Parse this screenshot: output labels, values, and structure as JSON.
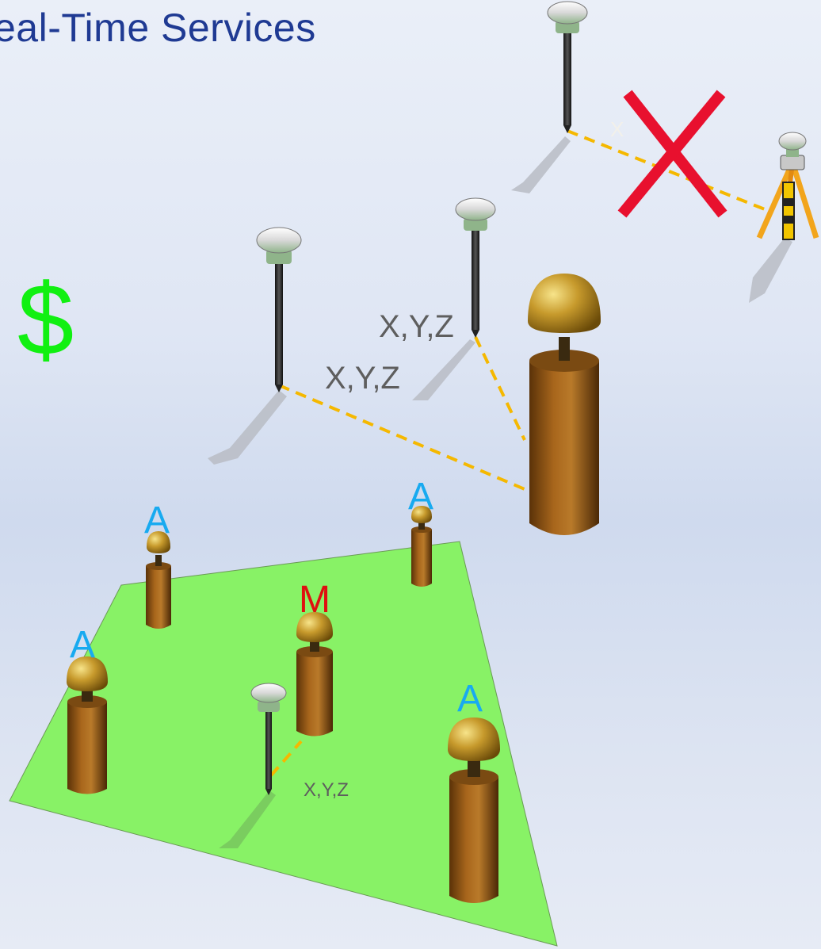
{
  "title": "eal-Time Services",
  "dollar_sign": "$",
  "coordinate_labels": [
    "X,Y,Z",
    "X,Y,Z",
    "X,Y,Z"
  ],
  "failed_link_label": "X",
  "monument_labels": {
    "a": "A",
    "m": "M"
  },
  "colors": {
    "title": "#1f3a93",
    "dollar": "#11f011",
    "green_area": "#88f266",
    "dashed_line": "#f5b800",
    "cross": "#e8102e",
    "label_a": "#18aaf0",
    "label_m": "#e01010"
  }
}
